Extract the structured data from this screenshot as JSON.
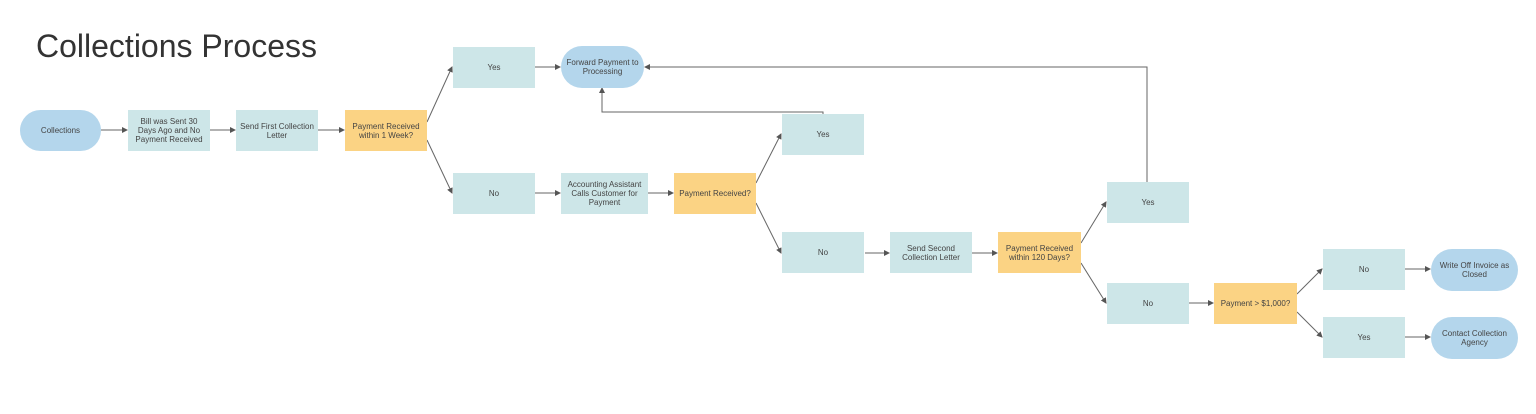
{
  "title": "Collections Process",
  "colors": {
    "terminal": "#b4d6ec",
    "process": "#cde6e8",
    "decision": "#fbd384",
    "connector": "#666666"
  },
  "nodes": {
    "collections": "Collections",
    "bill_sent": "Bill was Sent 30 Days Ago and No Payment Received",
    "first_letter": "Send First Collection Letter",
    "decision_1week": "Payment Received within 1 Week?",
    "yes_1": "Yes",
    "no_1": "No",
    "forward": "Forward Payment to Processing",
    "assistant_calls": "Accounting Assistant Calls Customer for Payment",
    "decision_received": "Payment Received?",
    "yes_2": "Yes",
    "no_2": "No",
    "second_letter": "Send Second Collection Letter",
    "decision_120": "Payment Received within 120 Days?",
    "yes_3": "Yes",
    "no_3": "No",
    "decision_amount": "Payment > $1,000?",
    "no_4": "No",
    "yes_4": "Yes",
    "write_off": "Write Off Invoice as Closed",
    "contact_agency": "Contact Collection Agency"
  }
}
